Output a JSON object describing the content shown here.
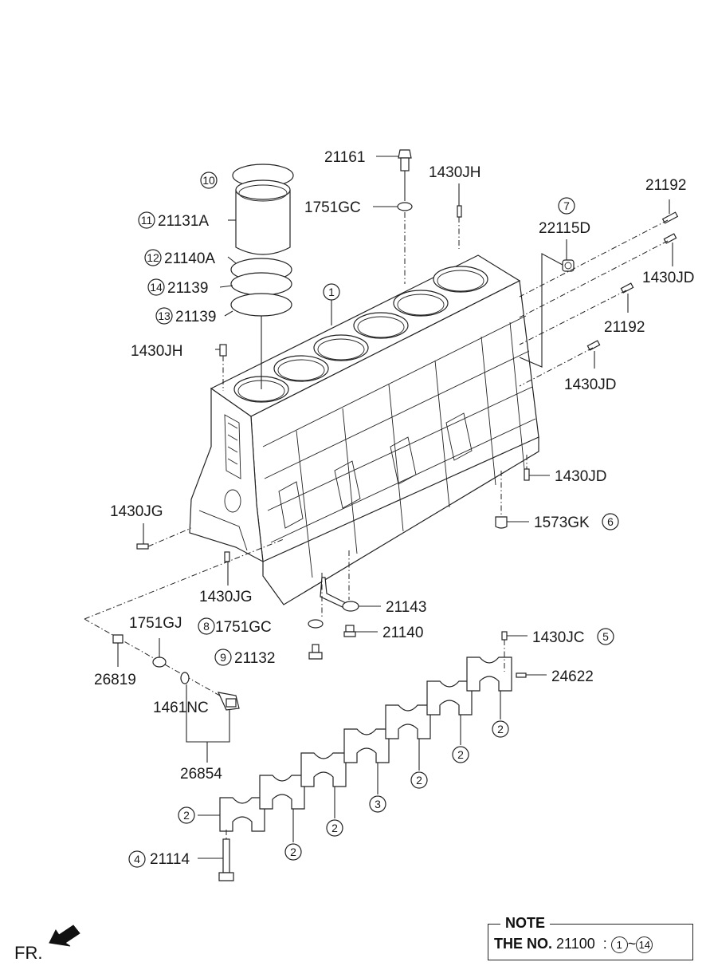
{
  "labels": {
    "l21161": "21161",
    "l1751GC_top": "1751GC",
    "l1430JH_top": "1430JH",
    "l21192_a": "21192",
    "l22115D": "22115D",
    "l1430JD_a": "1430JD",
    "l21192_b": "21192",
    "l1430JD_b": "1430JD",
    "l1430JD_c": "1430JD",
    "l1573GK": "1573GK",
    "l21131A": "21131A",
    "l21140A": "21140A",
    "l21139_a": "21139",
    "l21139_b": "21139",
    "l1430JH_left": "1430JH",
    "l1430JG_a": "1430JG",
    "l1430JG_b": "1430JG",
    "l21143": "21143",
    "l1751GJ": "1751GJ",
    "l1751GC_mid": "1751GC",
    "l21140": "21140",
    "l21132": "21132",
    "l26819": "26819",
    "l1461NC": "1461NC",
    "l26854": "26854",
    "l1430JC": "1430JC",
    "l24622": "24622",
    "l21114": "21114"
  },
  "refs": {
    "r1": "1",
    "r2": "2",
    "r3": "3",
    "r4": "4",
    "r5": "5",
    "r6": "6",
    "r7": "7",
    "r8": "8",
    "r9": "9",
    "r10": "10",
    "r11": "11",
    "r12": "12",
    "r13": "13",
    "r14": "14"
  },
  "note": {
    "title": "NOTE",
    "prefix": "THE NO.",
    "number": "21100",
    "colon": ":",
    "range_start": "1",
    "tilde": "~",
    "range_end": "14"
  },
  "direction": {
    "label": "FR."
  }
}
